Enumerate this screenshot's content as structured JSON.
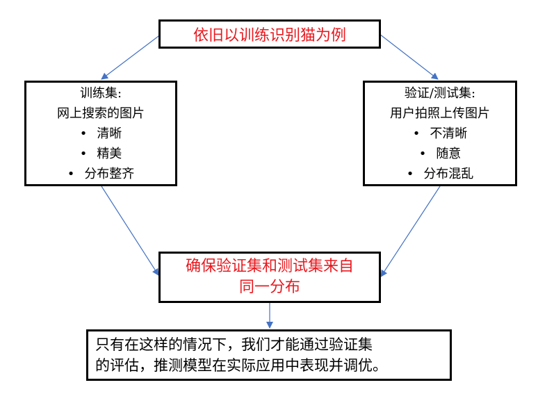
{
  "top": {
    "text": "依旧以训练识别猫为例"
  },
  "left": {
    "title": "训练集:",
    "subtitle": "网上搜索的图片",
    "bullets": [
      "清晰",
      "精美",
      "分布整齐"
    ]
  },
  "right": {
    "title": "验证/测试集:",
    "subtitle": "用户拍照上传图片",
    "bullets": [
      "不清晰",
      "随意",
      "分布混乱"
    ]
  },
  "middle": {
    "line1": "确保验证集和测试集来自",
    "line2": "同一分布"
  },
  "bottom": {
    "line1": "只有在这样的情况下，我们才能通过验证集",
    "line2": "的评估，推测模型在实际应用中表现并调优。"
  },
  "bullet_symbol": "•",
  "colors": {
    "accent_red": "#e8191f",
    "arrow_blue": "#4472c4",
    "border": "#000000"
  }
}
